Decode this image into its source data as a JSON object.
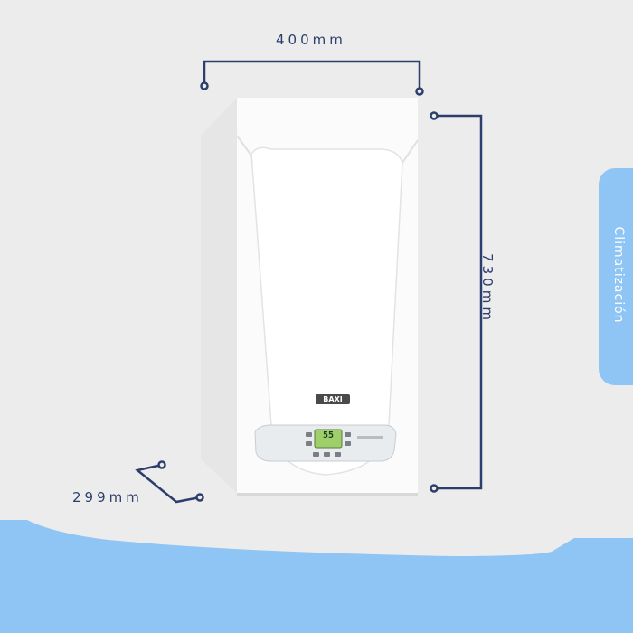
{
  "dimensions": {
    "width": "400mm",
    "height": "730mm",
    "depth": "299mm"
  },
  "category_tab": {
    "label": "Climatización"
  },
  "product": {
    "brand": "BAXI",
    "display_reading": "55"
  },
  "colors": {
    "background": "#ececec",
    "accent_blue": "#8ec5f5",
    "dimension_line": "#2c3e6b"
  }
}
